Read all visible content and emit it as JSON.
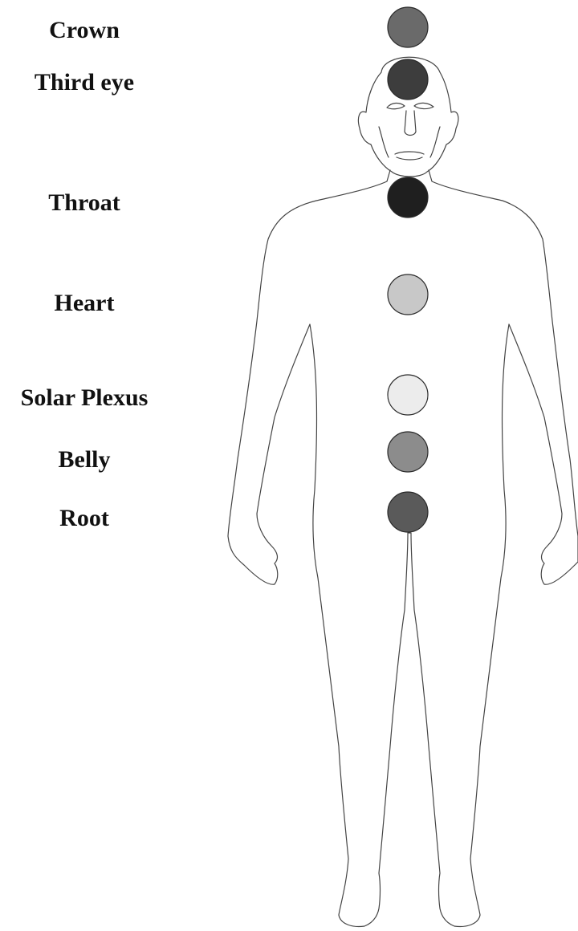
{
  "chakras": [
    {
      "label": "Crown",
      "color": "#6a6a6a"
    },
    {
      "label": "Third eye",
      "color": "#3d3d3d"
    },
    {
      "label": "Throat",
      "color": "#1f1f1f"
    },
    {
      "label": "Heart",
      "color": "#c8c8c8"
    },
    {
      "label": "Solar Plexus",
      "color": "#ececec"
    },
    {
      "label": "Belly",
      "color": "#8c8c8c"
    },
    {
      "label": "Root",
      "color": "#5a5a5a"
    }
  ]
}
